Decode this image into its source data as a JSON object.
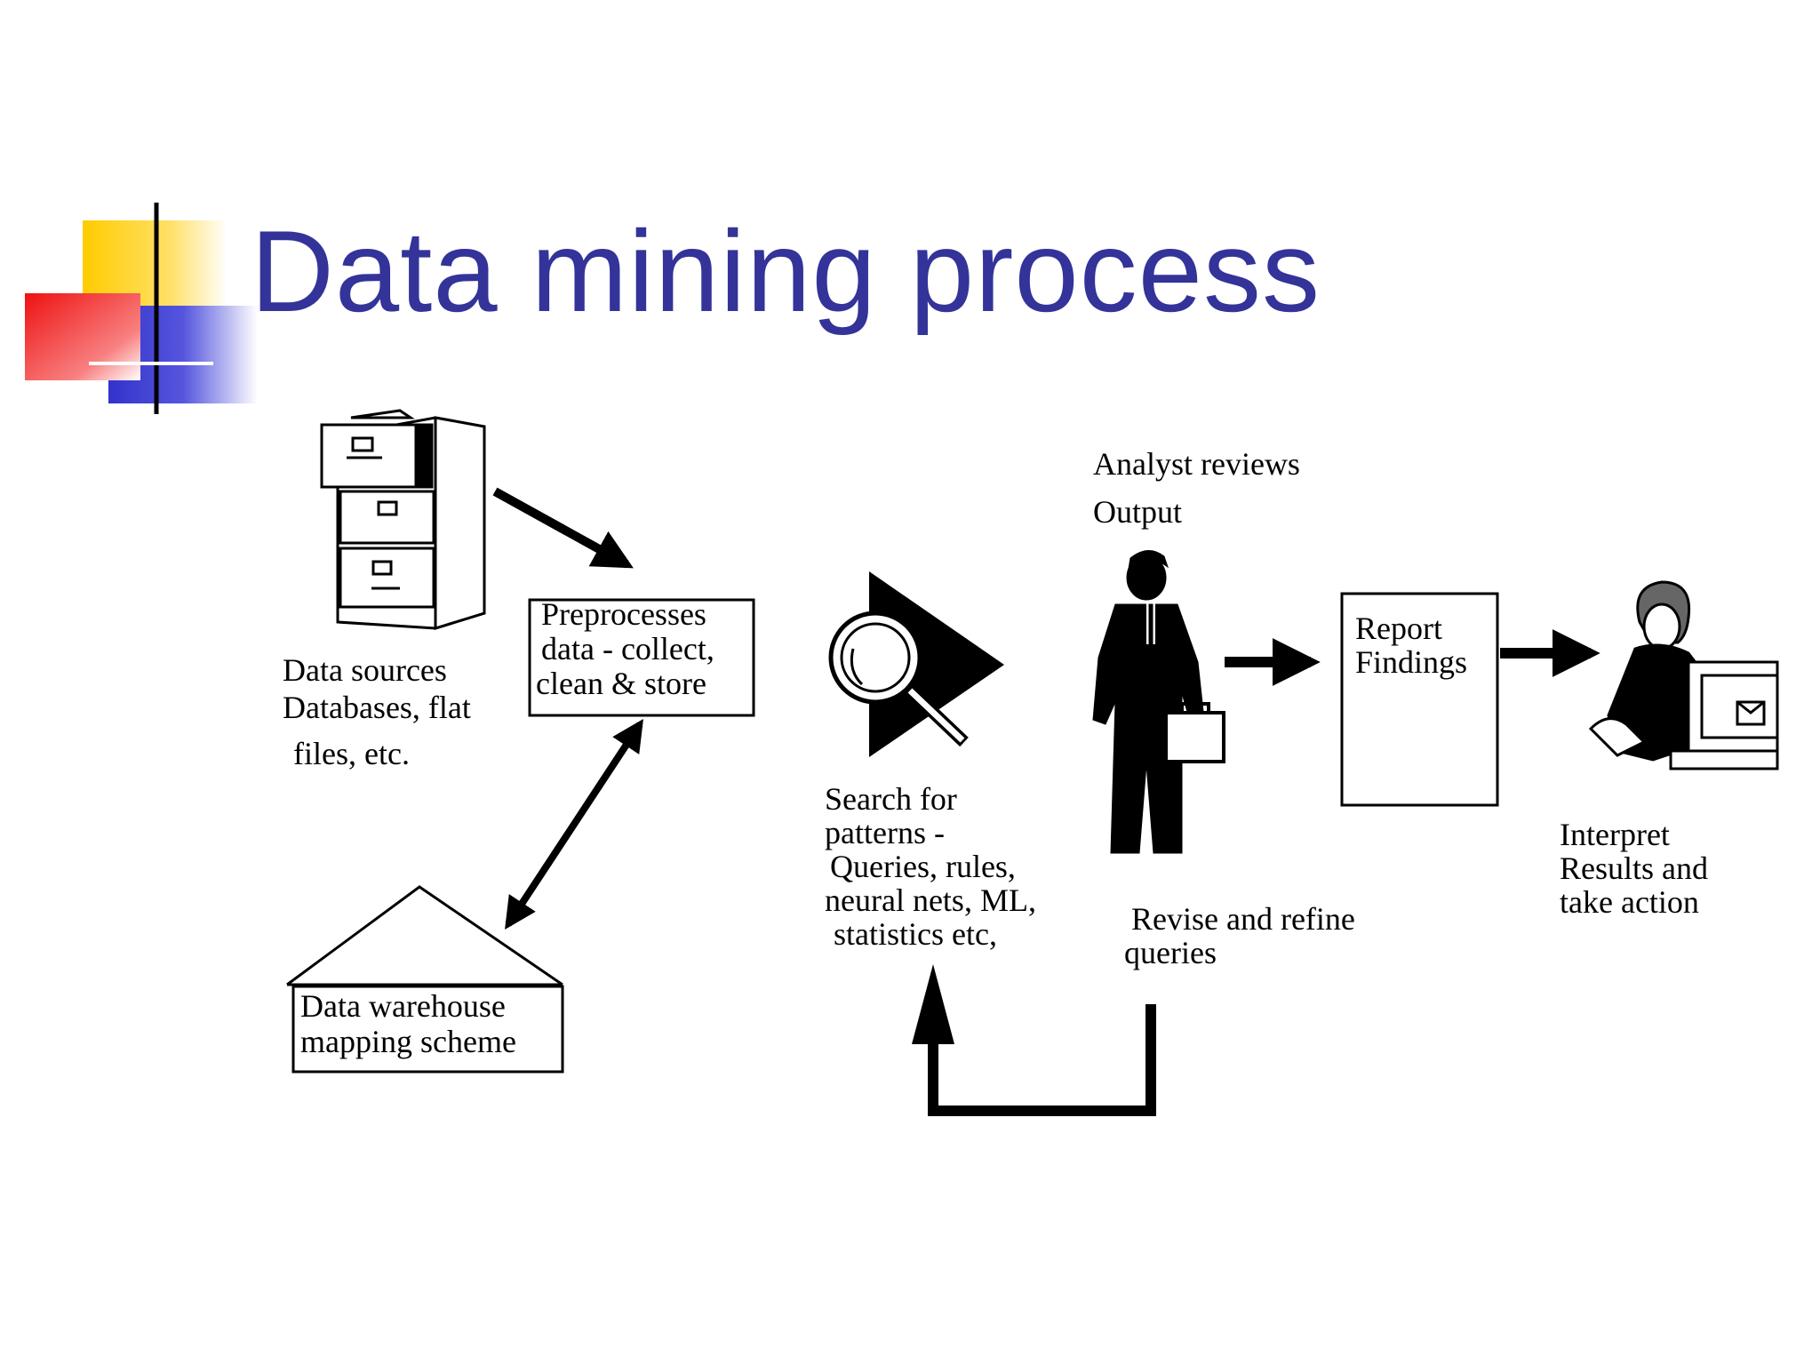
{
  "title": "Data mining process",
  "colors": {
    "title": "#333399",
    "accent_yellow": "#FFCC00",
    "accent_red": "#EE1111",
    "accent_blue": "#3333CC",
    "diagram_ink": "#000000"
  },
  "icons": [
    "filing-cabinet-icon",
    "house-icon",
    "magnifier-triangle-icon",
    "businessman-icon",
    "person-at-computer-icon"
  ],
  "labels": {
    "data_sources": [
      "Data sources",
      "Databases, flat",
      "files, etc."
    ],
    "preprocess": [
      "Preprocesses",
      "data - collect,",
      "clean & store"
    ],
    "warehouse": [
      "Data warehouse",
      "mapping scheme"
    ],
    "search": [
      "Search for",
      "patterns -",
      "Queries, rules,",
      "neural nets, ML,",
      "statistics etc,"
    ],
    "analyst": [
      "Analyst reviews",
      "Output"
    ],
    "report": [
      "Report",
      "Findings"
    ],
    "interpret": [
      "Interpret",
      "Results and",
      "take action"
    ],
    "revise": [
      "Revise and refine",
      "queries"
    ]
  }
}
